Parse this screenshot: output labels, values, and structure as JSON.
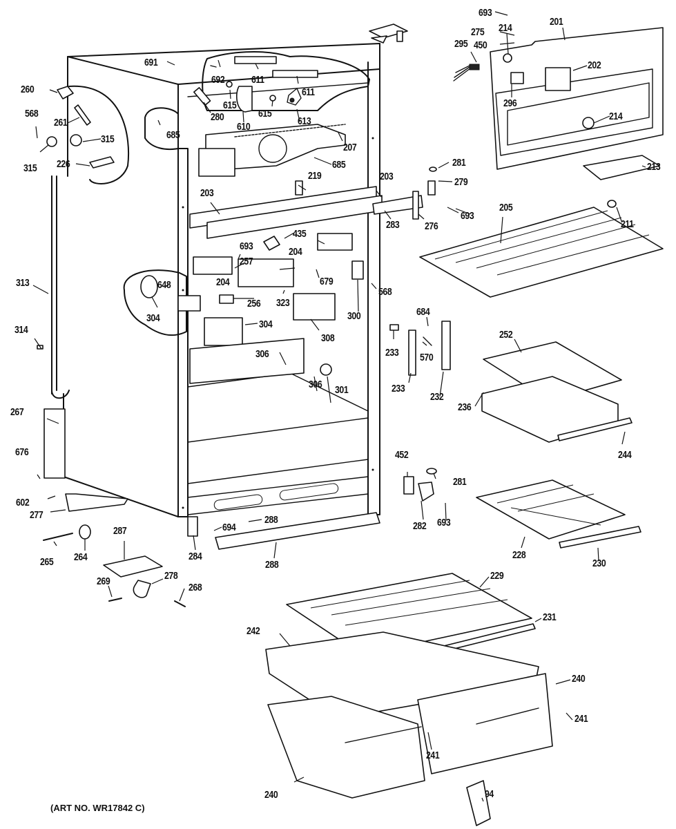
{
  "diagram": {
    "title": "Refrigerator cabinet parts exploded view",
    "caption": "(ART NO. WR17842 C)",
    "callouts": [
      {
        "id": "c693a",
        "text": "693"
      },
      {
        "id": "c275",
        "text": "275"
      },
      {
        "id": "c450",
        "text": "450"
      },
      {
        "id": "c691",
        "text": "691"
      },
      {
        "id": "c692",
        "text": "692"
      },
      {
        "id": "c611a",
        "text": "611"
      },
      {
        "id": "c611b",
        "text": "611"
      },
      {
        "id": "c615a",
        "text": "615"
      },
      {
        "id": "c615b",
        "text": "615"
      },
      {
        "id": "c610",
        "text": "610"
      },
      {
        "id": "c613",
        "text": "613"
      },
      {
        "id": "c280",
        "text": "280"
      },
      {
        "id": "c685a",
        "text": "685"
      },
      {
        "id": "c685b",
        "text": "685"
      },
      {
        "id": "c207",
        "text": "207"
      },
      {
        "id": "c260",
        "text": "260"
      },
      {
        "id": "c261",
        "text": "261"
      },
      {
        "id": "c568a",
        "text": "568"
      },
      {
        "id": "c315a",
        "text": "315"
      },
      {
        "id": "c315b",
        "text": "315"
      },
      {
        "id": "c226",
        "text": "226"
      },
      {
        "id": "c219",
        "text": "219"
      },
      {
        "id": "c203a",
        "text": "203"
      },
      {
        "id": "c203b",
        "text": "203"
      },
      {
        "id": "c283",
        "text": "283"
      },
      {
        "id": "c276",
        "text": "276"
      },
      {
        "id": "c281a",
        "text": "281"
      },
      {
        "id": "c279",
        "text": "279"
      },
      {
        "id": "c693b",
        "text": "693"
      },
      {
        "id": "c295",
        "text": "295"
      },
      {
        "id": "c296",
        "text": "296"
      },
      {
        "id": "c214a",
        "text": "214"
      },
      {
        "id": "c214b",
        "text": "214"
      },
      {
        "id": "c201",
        "text": "201"
      },
      {
        "id": "c202",
        "text": "202"
      },
      {
        "id": "c213",
        "text": "213"
      },
      {
        "id": "c205",
        "text": "205"
      },
      {
        "id": "c211",
        "text": "211"
      },
      {
        "id": "c693c",
        "text": "693"
      },
      {
        "id": "c435",
        "text": "435"
      },
      {
        "id": "c204a",
        "text": "204"
      },
      {
        "id": "c204b",
        "text": "204"
      },
      {
        "id": "c257",
        "text": "257"
      },
      {
        "id": "c679",
        "text": "679"
      },
      {
        "id": "c648",
        "text": "648"
      },
      {
        "id": "c256",
        "text": "256"
      },
      {
        "id": "c323",
        "text": "323"
      },
      {
        "id": "c300",
        "text": "300"
      },
      {
        "id": "c568b",
        "text": "568"
      },
      {
        "id": "c304a",
        "text": "304"
      },
      {
        "id": "c304b",
        "text": "304"
      },
      {
        "id": "c308",
        "text": "308"
      },
      {
        "id": "c306a",
        "text": "306"
      },
      {
        "id": "c306b",
        "text": "306"
      },
      {
        "id": "c301",
        "text": "301"
      },
      {
        "id": "c313",
        "text": "313"
      },
      {
        "id": "c314",
        "text": "314"
      },
      {
        "id": "c684",
        "text": "684"
      },
      {
        "id": "c233a",
        "text": "233"
      },
      {
        "id": "c570",
        "text": "570"
      },
      {
        "id": "c233b",
        "text": "233"
      },
      {
        "id": "c232",
        "text": "232"
      },
      {
        "id": "c252",
        "text": "252"
      },
      {
        "id": "c236",
        "text": "236"
      },
      {
        "id": "c244",
        "text": "244"
      },
      {
        "id": "c267",
        "text": "267"
      },
      {
        "id": "c676",
        "text": "676"
      },
      {
        "id": "c602",
        "text": "602"
      },
      {
        "id": "c277",
        "text": "277"
      },
      {
        "id": "c452",
        "text": "452"
      },
      {
        "id": "c281b",
        "text": "281"
      },
      {
        "id": "c282",
        "text": "282"
      },
      {
        "id": "c693d",
        "text": "693"
      },
      {
        "id": "c228",
        "text": "228"
      },
      {
        "id": "c230",
        "text": "230"
      },
      {
        "id": "c288a",
        "text": "288"
      },
      {
        "id": "c694",
        "text": "694"
      },
      {
        "id": "c284",
        "text": "284"
      },
      {
        "id": "c288b",
        "text": "288"
      },
      {
        "id": "c287",
        "text": "287"
      },
      {
        "id": "c265",
        "text": "265"
      },
      {
        "id": "c264",
        "text": "264"
      },
      {
        "id": "c269",
        "text": "269"
      },
      {
        "id": "c278",
        "text": "278"
      },
      {
        "id": "c268",
        "text": "268"
      },
      {
        "id": "c229",
        "text": "229"
      },
      {
        "id": "c231",
        "text": "231"
      },
      {
        "id": "c242",
        "text": "242"
      },
      {
        "id": "c240a",
        "text": "240"
      },
      {
        "id": "c241a",
        "text": "241"
      },
      {
        "id": "c241b",
        "text": "241"
      },
      {
        "id": "c240b",
        "text": "240"
      },
      {
        "id": "c94",
        "text": "94"
      }
    ]
  }
}
